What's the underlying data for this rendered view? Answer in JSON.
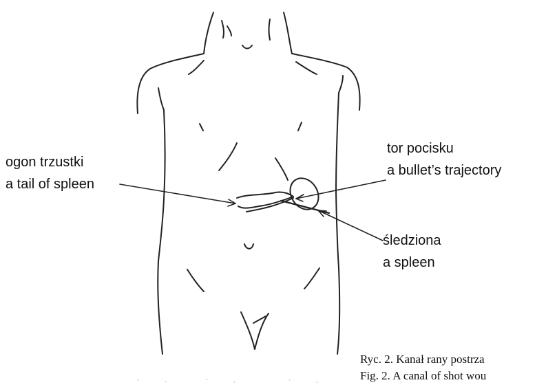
{
  "labels": {
    "pancreas_tail_pl": "ogon trzustki",
    "pancreas_tail_en": "a tail of spleen",
    "trajectory_pl": "tor pocisku",
    "trajectory_en": "a bullet’s trajectory",
    "spleen_pl": "śledziona",
    "spleen_en": "a spleen"
  },
  "caption": {
    "line_pl": "Ryc. 2. Kanał rany postrza",
    "line_en": "Fig. 2. A canal of shot wou"
  }
}
